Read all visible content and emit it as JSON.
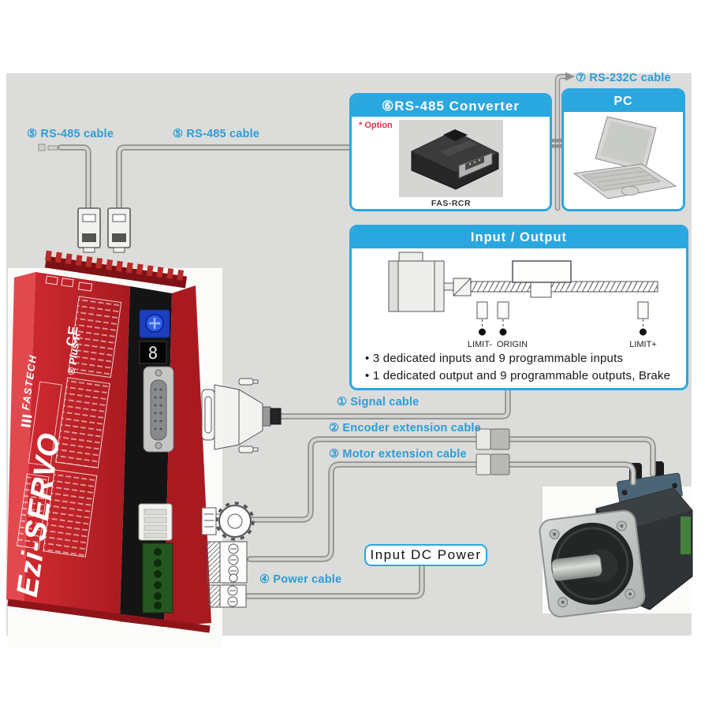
{
  "colors": {
    "accent_blue": "#2ba7e0",
    "label_blue": "#2b9dd6",
    "canvas_gray": "#dcdcda",
    "option_red": "#e8304a",
    "drive_red": "#c42127",
    "cable_gray": "#8f8f8d"
  },
  "cable_labels": {
    "rs485_a": "⑤ RS-485 cable",
    "rs485_b": "⑤ RS-485 cable",
    "rs232c": "⑦ RS-232C cable",
    "signal": "① Signal cable",
    "encoder": "② Encoder extension cable",
    "motor": "③ Motor extension cable",
    "power": "④ Power cable"
  },
  "converter": {
    "title": "⑥RS-485 Converter",
    "option_note": "* Option",
    "device_caption": "FAS-RCR"
  },
  "pc": {
    "title": "PC"
  },
  "io": {
    "title": "Input / Output",
    "sensors": [
      "LIMIT-",
      "ORIGIN",
      "LIMIT+"
    ],
    "bullets": [
      "• 3 dedicated inputs and 9 programmable inputs",
      "• 1 dedicated output and 9 programmable outputs, Brake"
    ]
  },
  "dc_power_label": "Input DC Power",
  "drive": {
    "brand": "FASTECH",
    "ce_mark": "CE",
    "model": "Ezi-SERVO",
    "suffix": "® Plus-R",
    "display_digit": "8"
  }
}
